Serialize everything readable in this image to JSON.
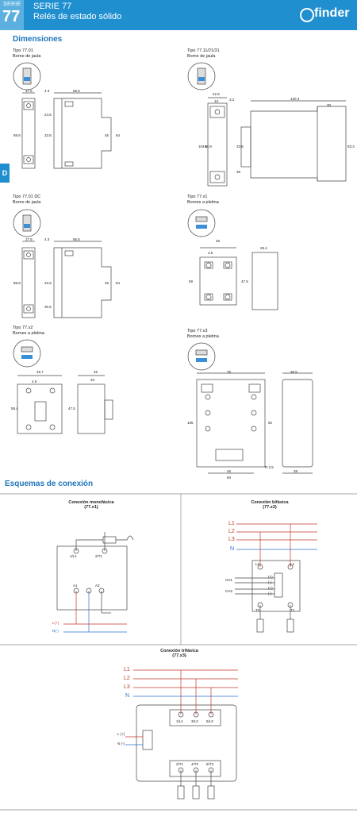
{
  "header": {
    "serie_small": "SERIE",
    "serie_num": "77",
    "title_line1": "SERIE 77",
    "title_line2": "Relés de estado sólido",
    "logo": "finder"
  },
  "section_tab": "D",
  "dimensions": {
    "title": "Dimensiones",
    "blocks": [
      {
        "type": "Tipo 77.01",
        "term": "Borne de jaula"
      },
      {
        "type": "Tipo 77.11/21/31",
        "term": "Borne de jaula"
      },
      {
        "type": "Tipo 77.01 DC",
        "term": "Borne de jaula"
      },
      {
        "type": "Tipo 77.x1",
        "term": "Bornes a pletina"
      },
      {
        "type": "Tipo 77.x2",
        "term": "Bornes a pletina"
      },
      {
        "type": "Tipo 77.x3",
        "term": "Bornes a pletina"
      }
    ],
    "d1": {
      "w1": "17.5",
      "w2": "4.3",
      "w3": "56.5",
      "h1": "88.8",
      "h2": "24.5",
      "h3": "33.8",
      "h4": "45",
      "h5": "84"
    },
    "d2": {
      "w1": "22.5",
      "w2": "13",
      "w3": "3.2",
      "h1": "104.5",
      "h2": "94.9",
      "w4": "120.3",
      "w5": "30",
      "h3": "33.8",
      "h4": "35",
      "h5": "83.3"
    },
    "d3": {
      "w1": "17.5",
      "w2": "4.3",
      "w3": "56.5",
      "h1": "88.8",
      "h2": "33.8",
      "h3": "30.5",
      "h4": "45",
      "h5": "84"
    },
    "d4": {
      "w1": "45",
      "dia": "4.5",
      "h1": "59",
      "h2": "47.5",
      "w2": "29.4"
    },
    "d5": {
      "w1": "45.7",
      "dia": "4.5",
      "h1": "58.4",
      "h2": "47.5",
      "w2": "46",
      "w3": "33"
    },
    "d6": {
      "w1": "76",
      "h1": "105",
      "h2": "92",
      "w2": "45",
      "w3": "60",
      "r": "R 2.5",
      "w4": "36.5",
      "w5": "38"
    }
  },
  "wiring": {
    "title": "Esquemas de conexión",
    "mono": {
      "title": "Conexión monofásica",
      "sub": "(77.x1)",
      "t1": "1/L1",
      "t2": "2/T1",
      "t3": "A1",
      "t4": "A2",
      "lplus": "L(+)",
      "nminus": "N(-)"
    },
    "bi": {
      "title": "Conexión bifásica",
      "sub": "(77.x2)",
      "lines": [
        "L1",
        "L2",
        "L3",
        "N"
      ],
      "t1": "L2",
      "t2": "L1",
      "t3": "T2",
      "t4": "T1",
      "ch1": "CH1",
      "ch2": "CH2",
      "p1": "(+)",
      "p2": "(-)",
      "p3": "(+)",
      "p4": "(-)"
    },
    "tri": {
      "title": "Conexión trifásica",
      "sub": "(77.x3)",
      "lines": [
        "L1",
        "L2",
        "L3",
        "N"
      ],
      "in": [
        "1/L1",
        "3/L2",
        "5/L3"
      ],
      "out": [
        "2/T1",
        "4/T2",
        "6/T3"
      ],
      "lplus": "L (+)",
      "nminus": "N (-)"
    }
  },
  "colors": {
    "brand": "#1f8fd0",
    "title": "#1f75b9",
    "phase": "#c0392b",
    "neutral": "#2a6fd0",
    "line": "#333333"
  }
}
